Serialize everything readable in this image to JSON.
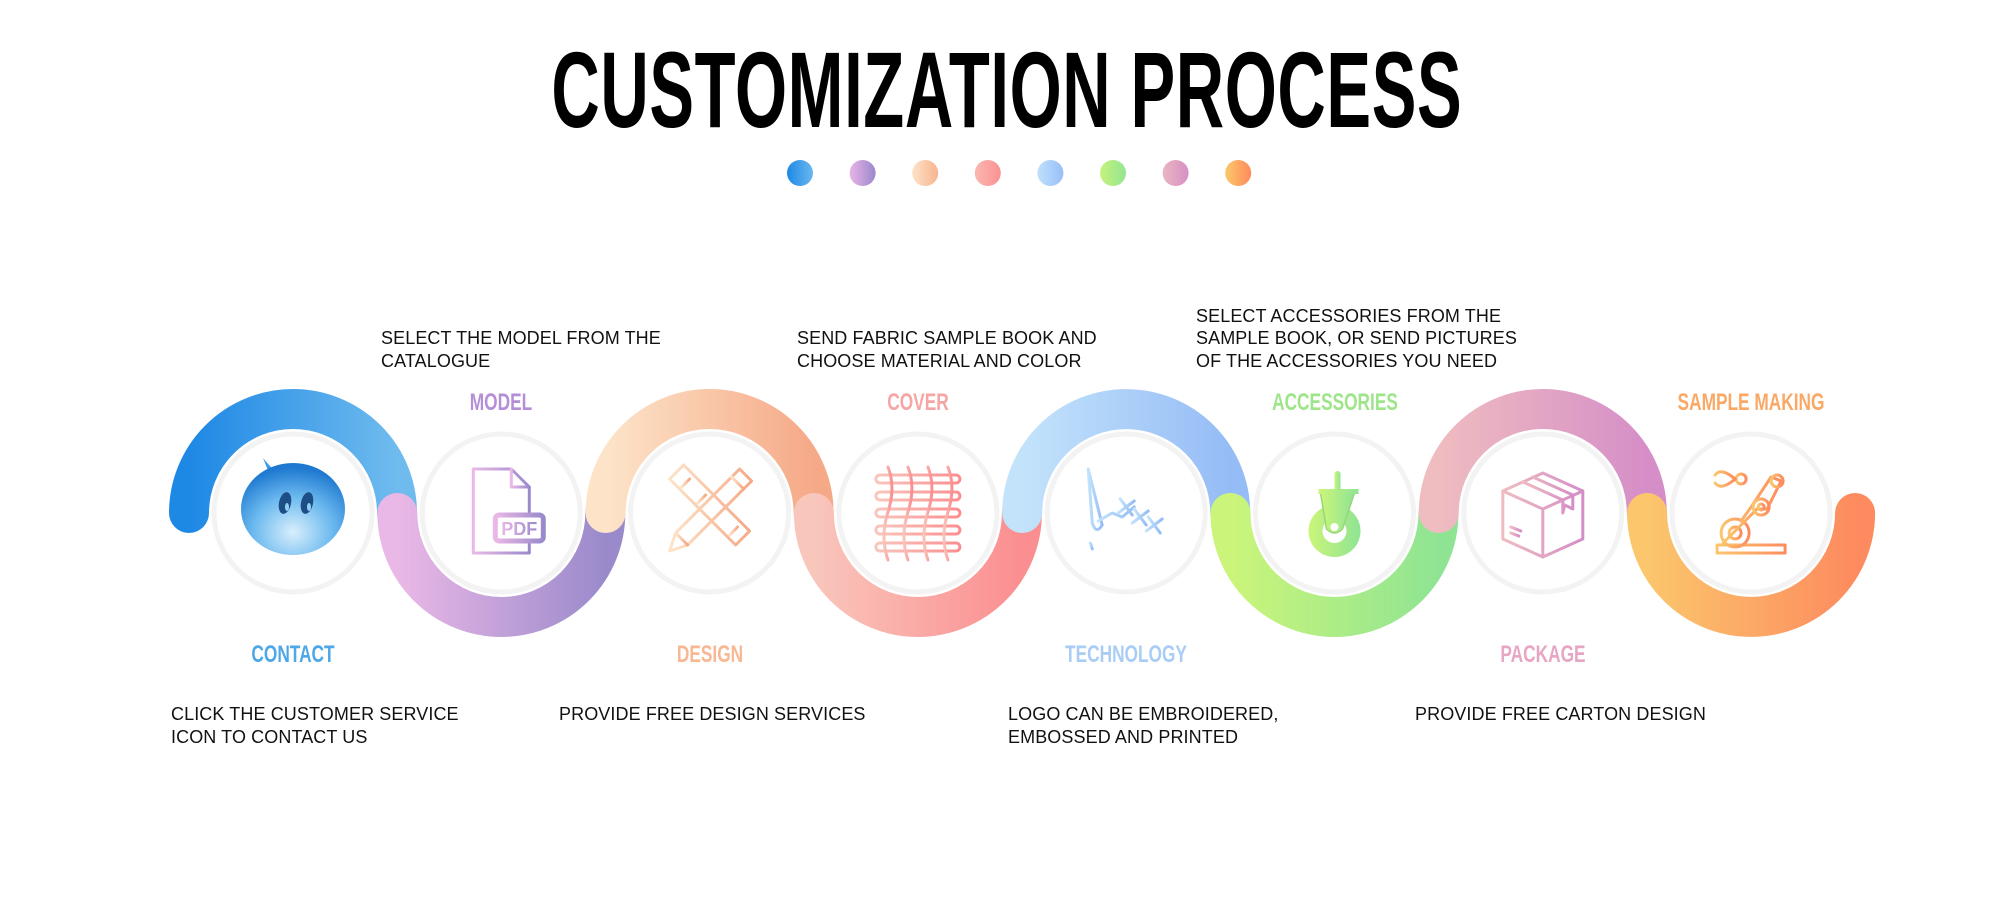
{
  "title": "CUSTOMIZATION PROCESS",
  "dots": [
    {
      "from": "#1e88e5",
      "to": "#6ab8ee"
    },
    {
      "from": "#e8b4e6",
      "to": "#9b88cc"
    },
    {
      "from": "#fde3c8",
      "to": "#f7b48e"
    },
    {
      "from": "#f9b8b0",
      "to": "#fb9192"
    },
    {
      "from": "#bfe0fb",
      "to": "#98bff7"
    },
    {
      "from": "#c6f27a",
      "to": "#94e594"
    },
    {
      "from": "#eab6c0",
      "to": "#d690c4"
    },
    {
      "from": "#fbc86a",
      "to": "#fd8a5c"
    }
  ],
  "steps": [
    {
      "name": "CONTACT",
      "icon": "customer-service-icon",
      "position": "bottom",
      "color": "#4ea7e6",
      "arc_from": "#1e88e5",
      "arc_to": "#6fbbee",
      "description": "CLICK THE CUSTOMER SERVICE\nICON TO CONTACT US"
    },
    {
      "name": "MODEL",
      "icon": "pdf-catalogue-icon",
      "position": "top",
      "color": "#b58ed8",
      "arc_from": "#eab8e6",
      "arc_to": "#9a8acb",
      "description": "SELECT THE MODEL FROM THE\nCATALOGUE"
    },
    {
      "name": "DESIGN",
      "icon": "pencil-ruler-icon",
      "position": "bottom",
      "color": "#f8b893",
      "arc_from": "#fde4c9",
      "arc_to": "#f5a987",
      "description": "PROVIDE FREE DESIGN SERVICES"
    },
    {
      "name": "COVER",
      "icon": "fabric-weave-icon",
      "position": "top",
      "color": "#f6a5a5",
      "arc_from": "#f9c6bc",
      "arc_to": "#fb8e90",
      "description": "SEND FABRIC SAMPLE BOOK AND\nCHOOSE MATERIAL AND COLOR"
    },
    {
      "name": "TECHNOLOGY",
      "icon": "embroidery-needle-icon",
      "position": "bottom",
      "color": "#a9cdf5",
      "arc_from": "#c3e3fb",
      "arc_to": "#95bcf6",
      "description": "LOGO CAN BE EMBROIDERED,\nEMBOSSED AND PRINTED"
    },
    {
      "name": "ACCESSORIES",
      "icon": "caster-wheel-icon",
      "position": "top",
      "color": "#9ee58a",
      "arc_from": "#cbf57a",
      "arc_to": "#8fe493",
      "description": "SELECT ACCESSORIES FROM THE\nSAMPLE BOOK, OR SEND PICTURES\nOF THE ACCESSORIES YOU NEED"
    },
    {
      "name": "PACKAGE",
      "icon": "cardboard-box-icon",
      "position": "bottom",
      "color": "#e6a6c4",
      "arc_from": "#efbcc0",
      "arc_to": "#d58ec7",
      "description": "PROVIDE FREE CARTON DESIGN"
    },
    {
      "name": "SAMPLE MAKING",
      "icon": "robot-arm-icon",
      "position": "top",
      "color": "#f9a965",
      "arc_from": "#fbc66c",
      "arc_to": "#fd8b5f",
      "description": ""
    }
  ]
}
